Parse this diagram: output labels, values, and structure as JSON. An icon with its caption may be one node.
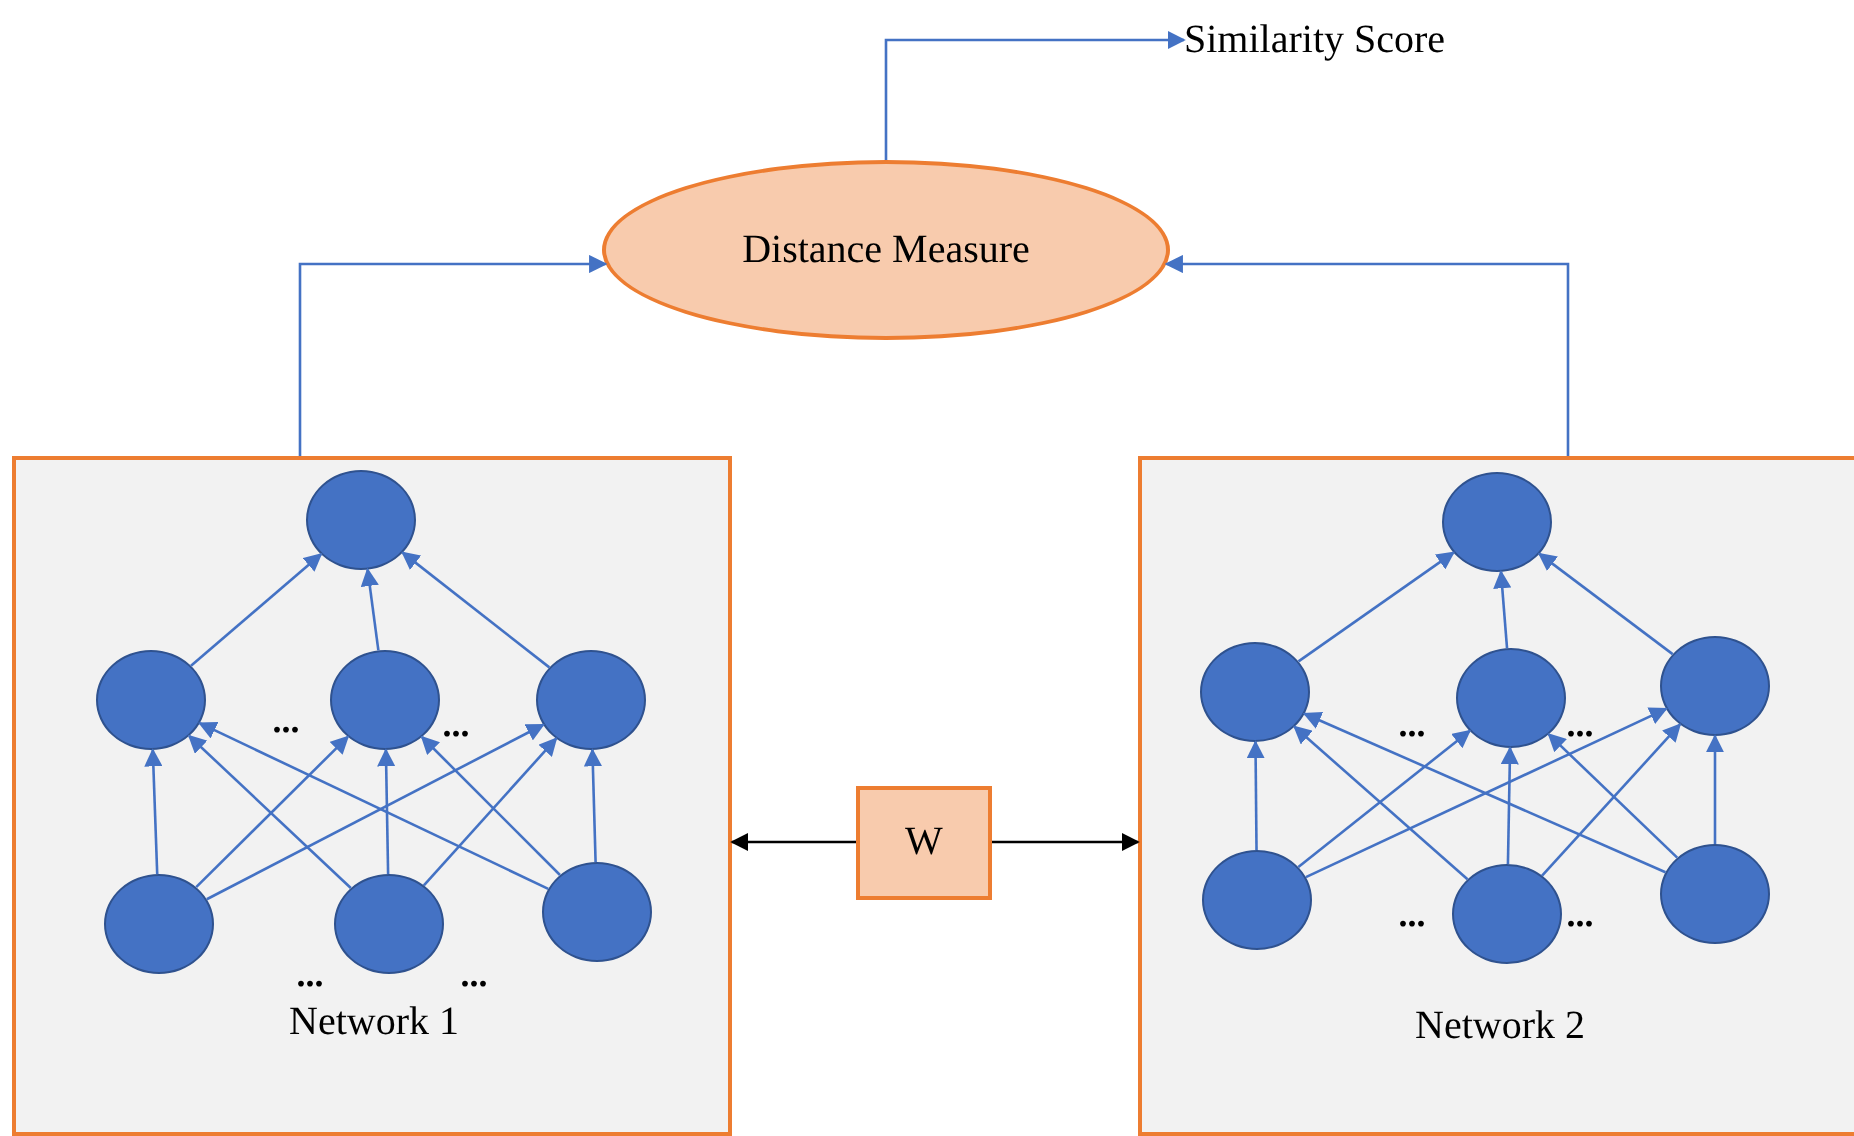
{
  "diagram": {
    "nodes": [
      {
        "text": [
          "Distance Measure"
        ]
      },
      {
        "text": [
          "Similarity Score"
        ]
      },
      {
        "text": [
          "Network 1"
        ]
      },
      {
        "text": [],
        "shape": "circle",
        "in": 2
      },
      {
        "text": [],
        "shape": "circle",
        "in": 2
      },
      {
        "text": [],
        "shape": "circle",
        "in": 2
      },
      {
        "text": [],
        "shape": "circle",
        "in": 2
      },
      {
        "text": [],
        "shape": "circle",
        "in": 2
      },
      {
        "text": [],
        "shape": "circle",
        "in": 2
      },
      {
        "text": [],
        "shape": "circle",
        "in": 2
      },
      {
        "text": [
          "W"
        ]
      },
      {
        "text": [
          "Network 2"
        ]
      },
      {
        "text": [],
        "shape": "circle",
        "in": 11
      },
      {
        "text": [],
        "shape": "circle",
        "in": 11
      },
      {
        "text": [],
        "shape": "circle",
        "in": 11
      },
      {
        "text": [],
        "shape": "circle",
        "in": 11
      },
      {
        "text": [],
        "shape": "circle",
        "in": 11
      },
      {
        "text": [],
        "shape": "circle",
        "in": 11
      },
      {
        "text": [],
        "shape": "circle",
        "in": 11
      }
    ],
    "edges": [
      {
        "from": 0,
        "to": 1,
        "arrow": "to"
      },
      {
        "from": 2,
        "to": 0,
        "arrow": "to"
      },
      {
        "from": 11,
        "to": 0,
        "arrow": "to"
      },
      {
        "from": 10,
        "to": 2,
        "arrow": "to",
        "color": "#000000"
      },
      {
        "from": 10,
        "to": 11,
        "arrow": "to",
        "color": "#000000"
      },
      {
        "from": 4,
        "to": 3,
        "arrow": "to"
      },
      {
        "from": 5,
        "to": 3,
        "arrow": "to"
      },
      {
        "from": 6,
        "to": 3,
        "arrow": "to"
      },
      {
        "from": 7,
        "to": 4,
        "arrow": "to"
      },
      {
        "from": 7,
        "to": 5,
        "arrow": "to"
      },
      {
        "from": 7,
        "to": 6,
        "arrow": "to"
      },
      {
        "from": 8,
        "to": 4,
        "arrow": "to"
      },
      {
        "from": 8,
        "to": 5,
        "arrow": "to"
      },
      {
        "from": 8,
        "to": 6,
        "arrow": "to"
      },
      {
        "from": 9,
        "to": 4,
        "arrow": "to"
      },
      {
        "from": 9,
        "to": 5,
        "arrow": "to"
      },
      {
        "from": 9,
        "to": 6,
        "arrow": "to"
      },
      {
        "from": 13,
        "to": 12,
        "arrow": "to"
      },
      {
        "from": 14,
        "to": 12,
        "arrow": "to"
      },
      {
        "from": 15,
        "to": 12,
        "arrow": "to"
      },
      {
        "from": 16,
        "to": 13,
        "arrow": "to"
      },
      {
        "from": 16,
        "to": 14,
        "arrow": "to"
      },
      {
        "from": 16,
        "to": 15,
        "arrow": "to"
      },
      {
        "from": 17,
        "to": 13,
        "arrow": "to"
      },
      {
        "from": 17,
        "to": 14,
        "arrow": "to"
      },
      {
        "from": 17,
        "to": 15,
        "arrow": "to"
      },
      {
        "from": 18,
        "to": 13,
        "arrow": "to"
      },
      {
        "from": 18,
        "to": 14,
        "arrow": "to"
      },
      {
        "from": 18,
        "to": 15,
        "arrow": "to"
      }
    ],
    "labels": [
      "...",
      "...",
      "...",
      "...",
      "...",
      "...",
      "...",
      "..."
    ]
  }
}
